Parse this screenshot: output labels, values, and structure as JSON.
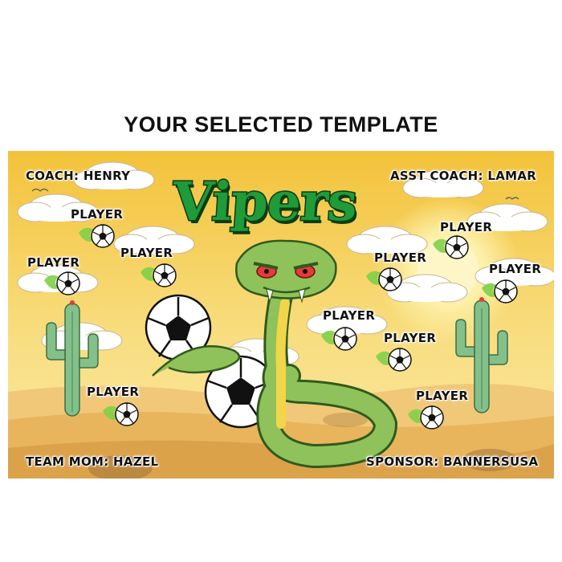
{
  "page": {
    "heading": "YOUR SELECTED TEMPLATE"
  },
  "banner": {
    "team_name": "Vipers",
    "coach": "COACH: HENRY",
    "asst_coach": "ASST COACH: LAMAR",
    "team_mom": "TEAM MOM: HAZEL",
    "sponsor": "SPONSOR: BANNERSUSA",
    "players": [
      "PLAYER",
      "PLAYER",
      "PLAYER",
      "PLAYER",
      "PLAYER",
      "PLAYER",
      "PLAYER",
      "PLAYER",
      "PLAYER"
    ],
    "colors": {
      "sky_top": "#f3c23a",
      "sky_bottom": "#fbe9a8",
      "sand": "#e8b55c",
      "snake_green": "#8fc25a",
      "logo_green": "#1f9b3a",
      "cactus": "#84c08a"
    },
    "artwork": [
      "snake-mascot",
      "soccer-ball-icon",
      "cactus",
      "cloud",
      "sun"
    ]
  }
}
